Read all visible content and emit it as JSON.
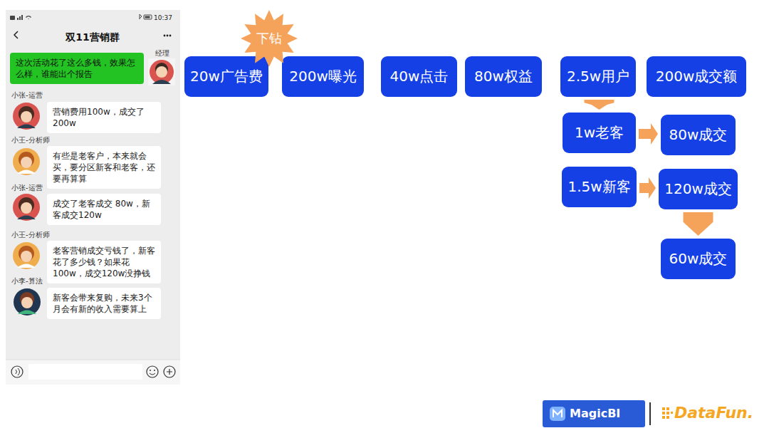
{
  "diagram": {
    "nodes": [
      {
        "text": [
          "经理",
          "这次活动花了这么多钱，效果怎么样，谁能出个报告"
        ]
      },
      {
        "text": [
          "小张-运营",
          "营销费用100w，成交了200w"
        ]
      },
      {
        "text": [
          "小王-分析师",
          "有些是老客户，本来就会买，要分区新客和老客，还要再算算"
        ]
      },
      {
        "text": [
          "小张-运营",
          "成交了老客成交 80w，新客成交120w"
        ]
      },
      {
        "text": [
          "小王-分析师",
          "老客营销成交亏钱了，新客花了多少钱？如果花100w，成交120w没挣钱"
        ]
      },
      {
        "text": [
          "小李-算法",
          "新客会带来复购，未来3个月会有新的收入需要算上"
        ]
      },
      {
        "text": [
          "下钻"
        ]
      },
      {
        "text": [
          "20w广告费"
        ]
      },
      {
        "text": [
          "200w曝光"
        ]
      },
      {
        "text": [
          "40w点击"
        ]
      },
      {
        "text": [
          "80w权益"
        ]
      },
      {
        "text": [
          "2.5w用户"
        ]
      },
      {
        "text": [
          "200w成交额"
        ]
      },
      {
        "text": [
          "1w老客"
        ]
      },
      {
        "text": [
          "80w成交"
        ]
      },
      {
        "text": [
          "1.5w新客"
        ]
      },
      {
        "text": [
          "120w成交"
        ]
      },
      {
        "text": [
          "60w成交"
        ]
      }
    ],
    "edges": [
      {
        "from": 11,
        "to": 13,
        "arrow": "to"
      },
      {
        "from": 13,
        "to": 14,
        "arrow": "to"
      },
      {
        "from": 15,
        "to": 16,
        "arrow": "to"
      },
      {
        "from": 16,
        "to": 17,
        "arrow": "to"
      }
    ],
    "labels": [
      "10:37",
      "双11营销群",
      "MagicBI",
      "DataFun."
    ]
  }
}
